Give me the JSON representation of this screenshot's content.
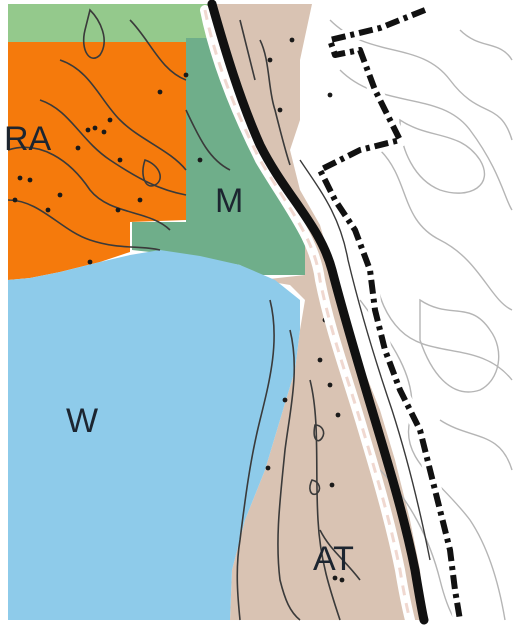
{
  "map": {
    "zones": [
      {
        "id": "RA",
        "label": "RA",
        "color": "#f57a0c"
      },
      {
        "id": "M",
        "label": "M",
        "color": "#6fae8a"
      },
      {
        "id": "W",
        "label": "W",
        "color": "#8ecbea"
      },
      {
        "id": "AT",
        "label": "AT",
        "color": "#d9c3b3"
      }
    ],
    "colors": {
      "background": "#ffffff",
      "upper_green": "#94c98c",
      "contour_dark": "#3a3a3a",
      "contour_light": "#b5b5b5",
      "road": "#111111",
      "trail_casing": "#ffffff",
      "trail_dash": "#111111"
    }
  }
}
